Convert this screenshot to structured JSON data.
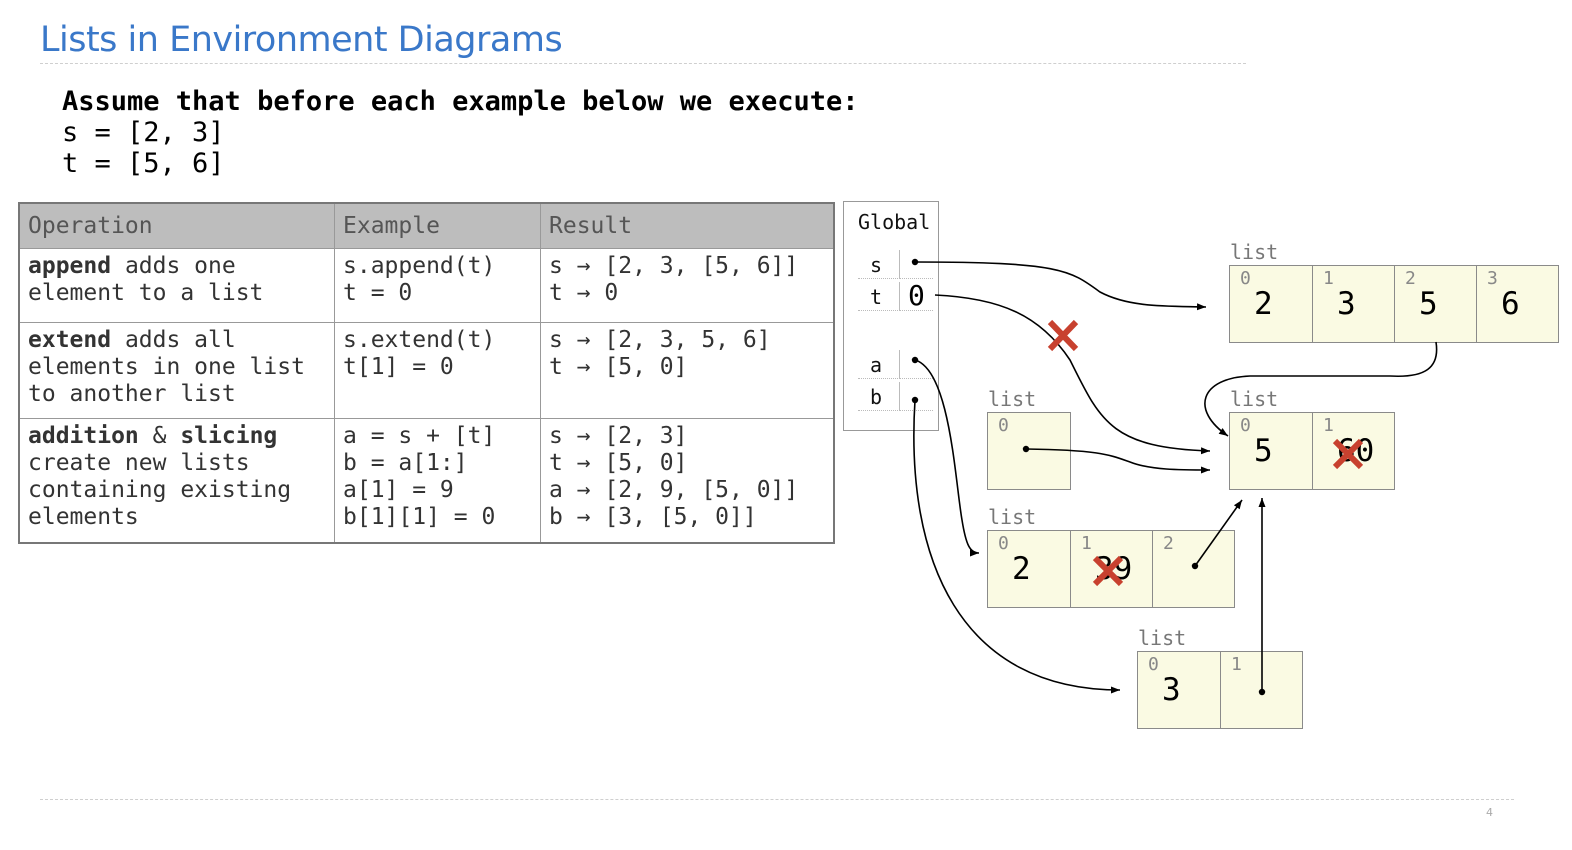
{
  "title": "Lists in Environment Diagrams",
  "page_number": "4",
  "setup": {
    "heading": "Assume that before each example below we execute:",
    "lines": [
      "s = [2, 3]",
      "t = [5, 6]"
    ]
  },
  "table": {
    "headers": [
      "Operation",
      "Example",
      "Result"
    ],
    "rows": [
      {
        "op_keyword": "append",
        "op_line1_rest": " adds one",
        "op_lines": [
          "element to a list"
        ],
        "example": [
          "s.append(t)",
          "t = 0"
        ],
        "result": [
          "s → [2, 3, [5, 6]]",
          "t → 0"
        ]
      },
      {
        "op_keyword": "extend",
        "op_line1_rest": " adds all",
        "op_lines": [
          "elements in one list",
          "to another list"
        ],
        "example": [
          "s.extend(t)",
          "t[1] = 0"
        ],
        "result": [
          "s → [2, 3, 5, 6]",
          "t → [5, 0]"
        ]
      },
      {
        "op_keyword": "addition",
        "op_amp": " & ",
        "op_keyword2": "slicing",
        "op_lines": [
          "create new lists",
          "containing existing",
          "elements"
        ],
        "example": [
          "a = s + [t]",
          "b = a[1:]",
          "a[1] = 9",
          "b[1][1] = 0"
        ],
        "result": [
          "s → [2, 3]",
          "t → [5, 0]",
          "a → [2, 9, [5, 0]]",
          "b → [3, [5, 0]]"
        ]
      }
    ]
  },
  "diagram": {
    "frame_label": "Global",
    "vars": [
      {
        "name": "s",
        "value": ""
      },
      {
        "name": "t",
        "value": "0"
      },
      {
        "name": "a",
        "value": ""
      },
      {
        "name": "b",
        "value": ""
      }
    ],
    "list_label": "list",
    "lists": {
      "s_list": {
        "indices": [
          "0",
          "1",
          "2",
          "3"
        ],
        "values": [
          "2",
          "3",
          "5",
          "6"
        ]
      },
      "t_list": {
        "indices": [
          "0",
          "1"
        ],
        "values": [
          "5",
          "60"
        ]
      },
      "wrapper": {
        "indices": [
          "0"
        ],
        "values": [
          ""
        ]
      },
      "a_list": {
        "indices": [
          "0",
          "1",
          "2"
        ],
        "values": [
          "2",
          "39",
          ""
        ]
      },
      "b_list": {
        "indices": [
          "0",
          "1"
        ],
        "values": [
          "3",
          ""
        ]
      }
    },
    "colors": {
      "cross": "#c8412f",
      "cell_fill": "#fafae3",
      "title": "#3a78c9"
    }
  }
}
